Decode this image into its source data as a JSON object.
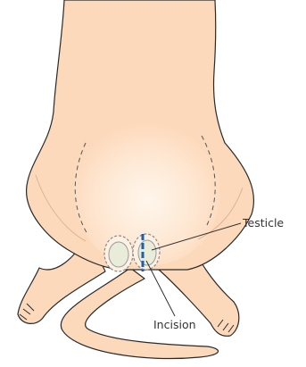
{
  "labels": {
    "testicle": "Testicle",
    "incision": "Incision"
  },
  "colors": {
    "fur": "#fdd9bb",
    "fur_light": "#fef1e4",
    "outline": "#2a2a2a",
    "testicle_fill": "#e9ecd9",
    "testicle_ring": "#9a9a9a",
    "incision": "#1e5fa8"
  },
  "icons": {
    "body": "cat-hindquarters-ventral-view",
    "left_testicle": "testicle-oval",
    "right_testicle": "testicle-oval-with-incision"
  }
}
